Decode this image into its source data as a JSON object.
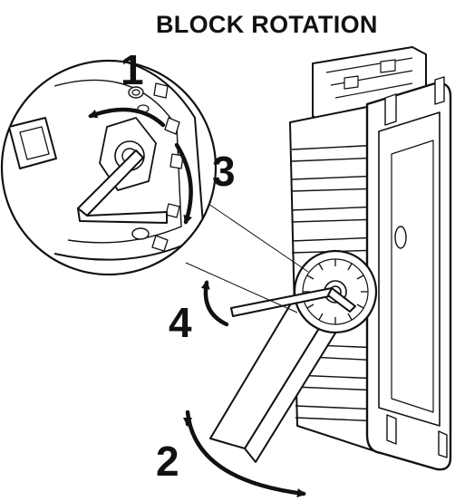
{
  "title": "BLOCK ROTATION",
  "steps": {
    "step1": "1",
    "step2": "2",
    "step3": "3",
    "step4": "4"
  },
  "colors": {
    "ink": "#111111",
    "background": "#ffffff"
  },
  "icons": [
    "rotation-arrow-icon",
    "hex-key-icon",
    "locking-dial-icon"
  ]
}
